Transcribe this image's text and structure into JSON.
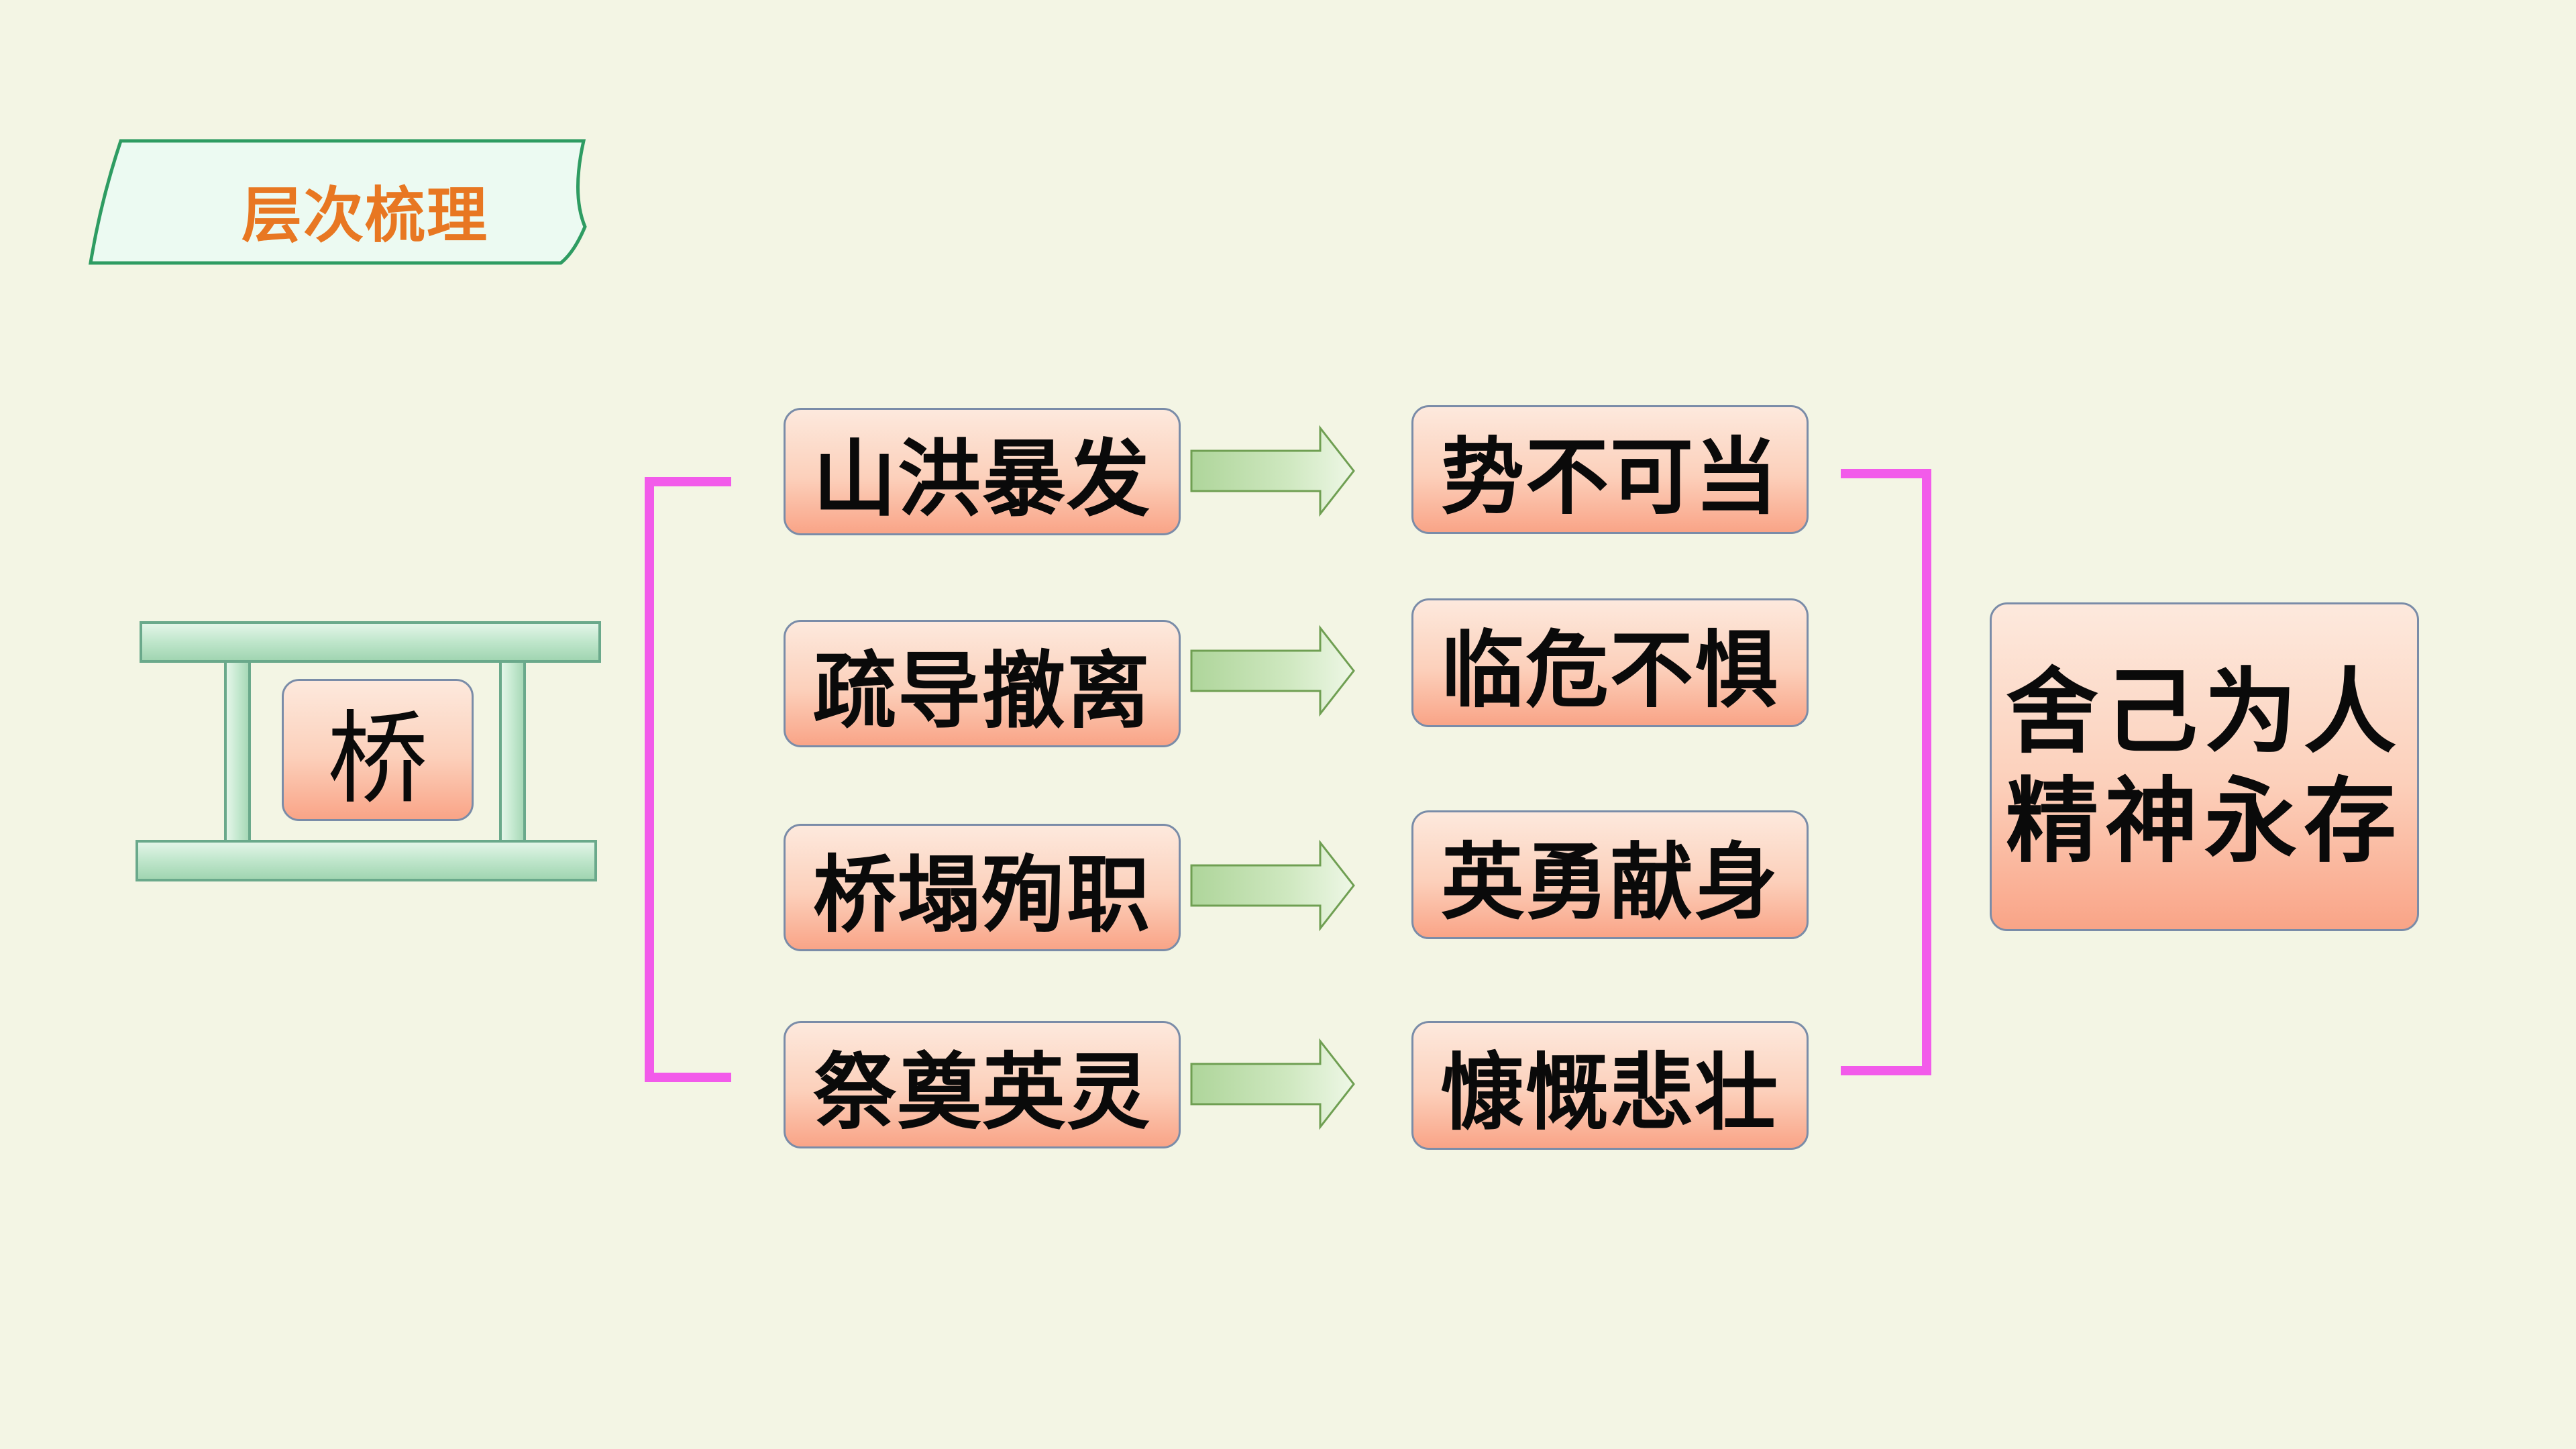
{
  "section_title": "层次梳理",
  "topic": "桥",
  "rows": [
    {
      "event": "山洪暴发",
      "quality": "势不可当"
    },
    {
      "event": "疏导撤离",
      "quality": "临危不惧"
    },
    {
      "event": "桥塌殉职",
      "quality": "英勇献身"
    },
    {
      "event": "祭奠英灵",
      "quality": "慷慨悲壮"
    }
  ],
  "summary": {
    "line1": "舍己为人",
    "line2": "精神永存"
  },
  "colors": {
    "background": "#f3f5e4",
    "title_text": "#e87722",
    "tab_fill": "#ecfaf2",
    "tab_border": "#2e9c62",
    "bracket": "#f25bea",
    "arrow_fill": "#c6e3b5",
    "arrow_border": "#6f9f52",
    "bridge_fill": "#bde6c9",
    "bridge_border": "#6aa98b",
    "box_border": "#7a8ca8",
    "box_gradient_top": "#fde9dd",
    "box_gradient_bottom": "#f9a487"
  }
}
